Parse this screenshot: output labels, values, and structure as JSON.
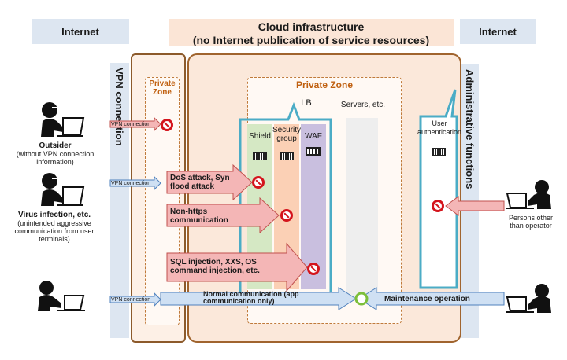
{
  "headers": {
    "internet_left": "Internet",
    "cloud_line1": "Cloud infrastructure",
    "cloud_line2": "(no Internet publication of service resources)",
    "internet_right": "Internet"
  },
  "side_labels": {
    "vpn_connection": "VPN connection",
    "administrative_functions": "Administrative functions"
  },
  "zones": {
    "private_zone_small": "Private Zone",
    "private_zone_large": "Private Zone",
    "lb": "LB",
    "servers": "Servers, etc.",
    "shield": "Shield",
    "security_group": "Security group",
    "waf": "WAF",
    "user_authentication": "User authentication"
  },
  "actors": {
    "outsider_title": "Outsider",
    "outsider_sub": "(without VPN connection information)",
    "virus_title": "Virus infection, etc.",
    "virus_sub": "(unintended aggressive communication from user terminals)",
    "persons_other": "Persons other than operator"
  },
  "vpn_tags": {
    "tag1": "VPN connection",
    "tag2": "VPN connection",
    "tag3": "VPN connection"
  },
  "attacks": {
    "dos": "DoS attack, Syn flood attack",
    "non_https": "Non-https communication",
    "sqli": "SQL injection, XXS, OS command injection, etc."
  },
  "flows": {
    "normal": "Normal communication (app communication only)",
    "maintenance": "Maintenance operation"
  },
  "colors": {
    "shield": "#d5e8c4",
    "security_group": "#fbd0b5",
    "waf": "#c9bfdf",
    "lb_border": "#4bacc6",
    "attack_arrow": "#f4b6b6",
    "normal_arrow": "#cfe0f3",
    "block_red": "#d4141c",
    "ok_green": "#7cbf3a"
  }
}
